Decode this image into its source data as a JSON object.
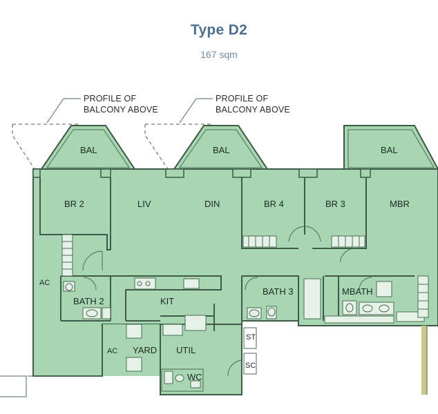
{
  "header": {
    "title": "Type D2",
    "area": "167 sqm"
  },
  "notes": {
    "balcony_profile_line1": "PROFILE OF",
    "balcony_profile_line2": "BALCONY ABOVE"
  },
  "rooms": {
    "bal": "BAL",
    "br2": "BR 2",
    "liv": "LIV",
    "din": "DIN",
    "br4": "BR 4",
    "br3": "BR 3",
    "mbr": "MBR",
    "ac": "AC",
    "bath2": "BATH 2",
    "kit": "KIT",
    "bath3": "BATH 3",
    "mbath": "MBATH",
    "yard": "YARD",
    "util": "UTIL",
    "st": "ST",
    "sc": "SC",
    "wc": "WC"
  },
  "colors": {
    "floor": "#a8d5b2",
    "wall": "#3c5a45",
    "title": "#4f6f8f"
  }
}
